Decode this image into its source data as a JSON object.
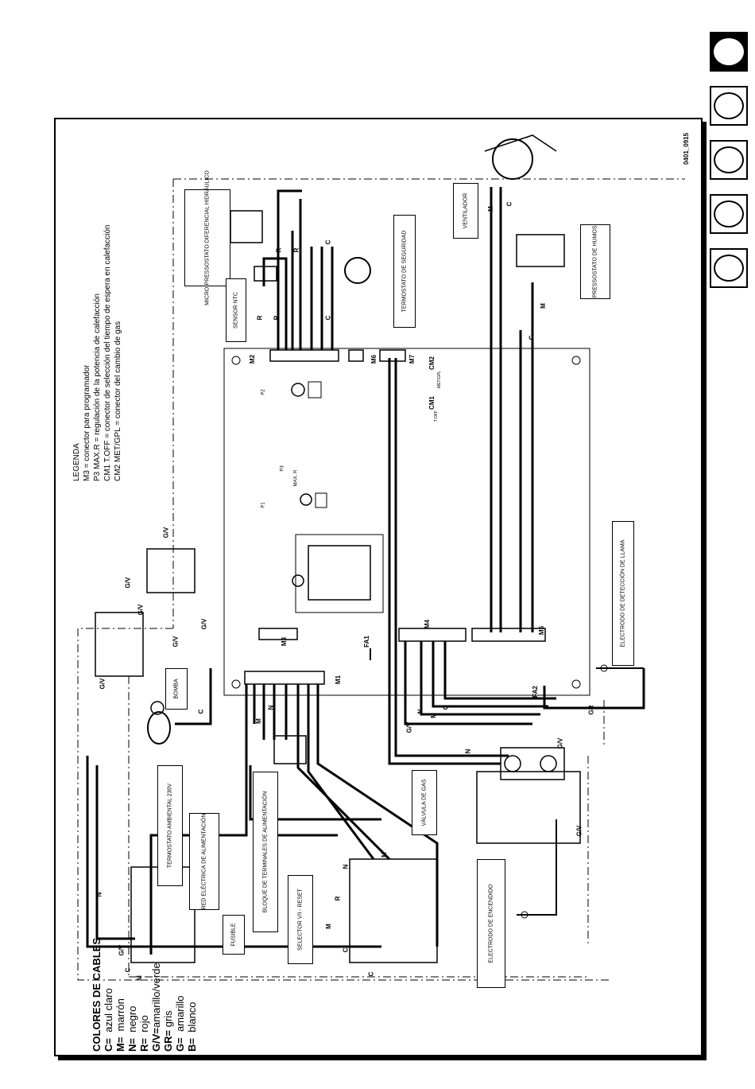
{
  "doc_code": "0401_0915",
  "tabs": [
    {
      "name": "tab-1",
      "active": true
    },
    {
      "name": "tab-2",
      "active": false
    },
    {
      "name": "tab-3",
      "active": false
    },
    {
      "name": "tab-4",
      "active": false
    },
    {
      "name": "tab-5",
      "active": false
    }
  ],
  "legend": {
    "title": "LEGENDA",
    "lines": [
      "M3 = conector para programador",
      "P3 MAX.R = regulación de la potencia de calefacción",
      "CM1 T.OFF = conector de selección del tiempo de espera en calefacción",
      "CM2 MET/GPL = conector del cambio de gas"
    ]
  },
  "cable_colors": {
    "title": "COLORES DE CABLES",
    "items": [
      {
        "code": "C=",
        "color": "azul claro"
      },
      {
        "code": "M=",
        "color": "marrón"
      },
      {
        "code": "N=",
        "color": "negro"
      },
      {
        "code": "R=",
        "color": "rojo"
      },
      {
        "code": "G/V=",
        "color": "amarillo/verde"
      },
      {
        "code": "GR=",
        "color": "gris"
      },
      {
        "code": "G=",
        "color": "amarillo"
      },
      {
        "code": "B=",
        "color": "blanco"
      }
    ]
  },
  "components": {
    "micro_presostato": "MICRO PRESSOSTATO DIFERENCIAL HIDRÁULICO",
    "sensor_ntc": "SENSOR NTC",
    "termostato_seguridad": "TERMOSTATO DE SEGURIDAD",
    "ventilador": "VENTILADOR",
    "presostato_humos": "PRESSOSTATO DE HUMOS",
    "electrodo_llama": "ELECTRODO DE DETECCIÓN DE LLAMA",
    "bomba": "BOMBA",
    "valvula_gas": "VÁLVULA DE GAS",
    "termostato_ambiental": "TERMOSTATO AMBIENTAL 230V",
    "red_electrica": "RED ELÉCTRICA DE ALIMENTACIÓN",
    "bloque_terminales": "BLOQUE DE TERMINALES DE ALIMENTACIÓN",
    "fusible": "FUSIBLE",
    "selector": "SELECTOR V/I - RESET",
    "electrodo_encendido": "ELECTRODO DE ENCENDIDO"
  },
  "board_labels": {
    "m1": "M1",
    "m2": "M2",
    "m3": "M3",
    "m4": "M4",
    "m5": "M5",
    "m6": "M6",
    "m7": "M7",
    "fa1": "FA1",
    "fa2": "FA2",
    "cm1": "CM1",
    "cm2": "CM2",
    "p1": "P1",
    "p2": "P2",
    "p3": "P3",
    "max_r": "MAX. R",
    "t_off": "T.OFF",
    "met_gpl": "MET/GPL"
  },
  "wire_tags": {
    "gv": "G/V",
    "c": "C",
    "m": "M",
    "n": "N",
    "r": "R",
    "gr": "GR"
  }
}
